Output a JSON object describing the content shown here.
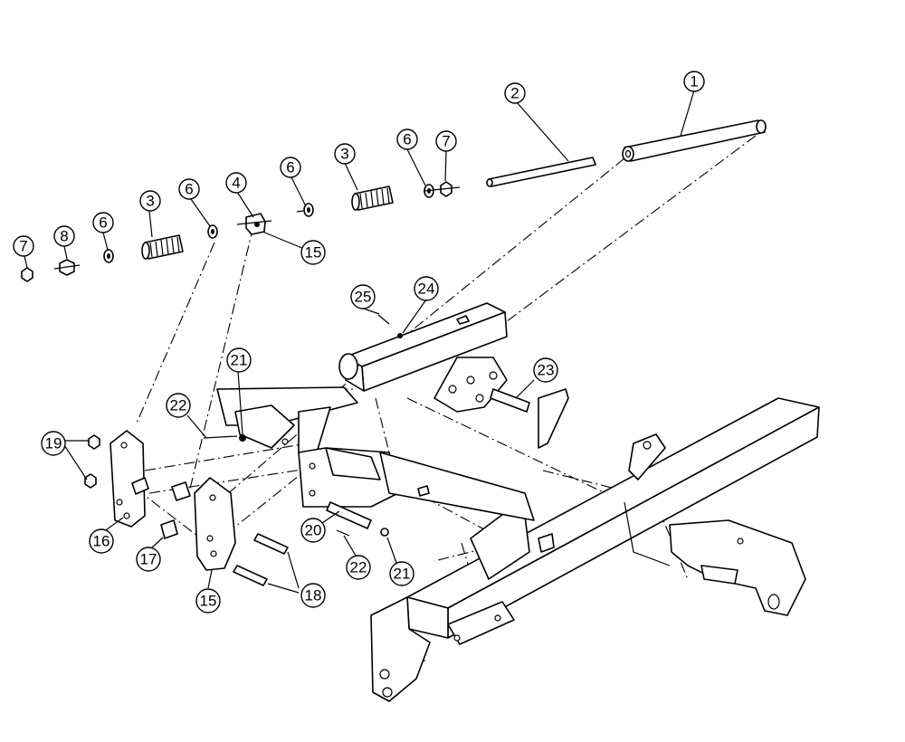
{
  "callouts": [
    {
      "id": "c1",
      "label": "1"
    },
    {
      "id": "c2",
      "label": "2"
    },
    {
      "id": "c3a",
      "label": "3"
    },
    {
      "id": "c3b",
      "label": "3"
    },
    {
      "id": "c4",
      "label": "4"
    },
    {
      "id": "c6a",
      "label": "6"
    },
    {
      "id": "c6b",
      "label": "6"
    },
    {
      "id": "c6c",
      "label": "6"
    },
    {
      "id": "c6d",
      "label": "6"
    },
    {
      "id": "c7a",
      "label": "7"
    },
    {
      "id": "c7b",
      "label": "7"
    },
    {
      "id": "c8",
      "label": "8"
    },
    {
      "id": "c15a",
      "label": "15"
    },
    {
      "id": "c15b",
      "label": "15"
    },
    {
      "id": "c16",
      "label": "16"
    },
    {
      "id": "c17",
      "label": "17"
    },
    {
      "id": "c18",
      "label": "18"
    },
    {
      "id": "c19",
      "label": "19"
    },
    {
      "id": "c20",
      "label": "20"
    },
    {
      "id": "c21a",
      "label": "21"
    },
    {
      "id": "c21b",
      "label": "21"
    },
    {
      "id": "c22a",
      "label": "22"
    },
    {
      "id": "c22b",
      "label": "22"
    },
    {
      "id": "c23",
      "label": "23"
    },
    {
      "id": "c24",
      "label": "24"
    },
    {
      "id": "c25",
      "label": "25"
    }
  ]
}
